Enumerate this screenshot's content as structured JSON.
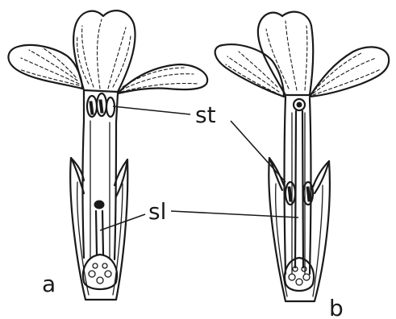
{
  "labels": {
    "stamen": "st",
    "style": "sl",
    "flower_a": "a",
    "flower_b": "b"
  }
}
